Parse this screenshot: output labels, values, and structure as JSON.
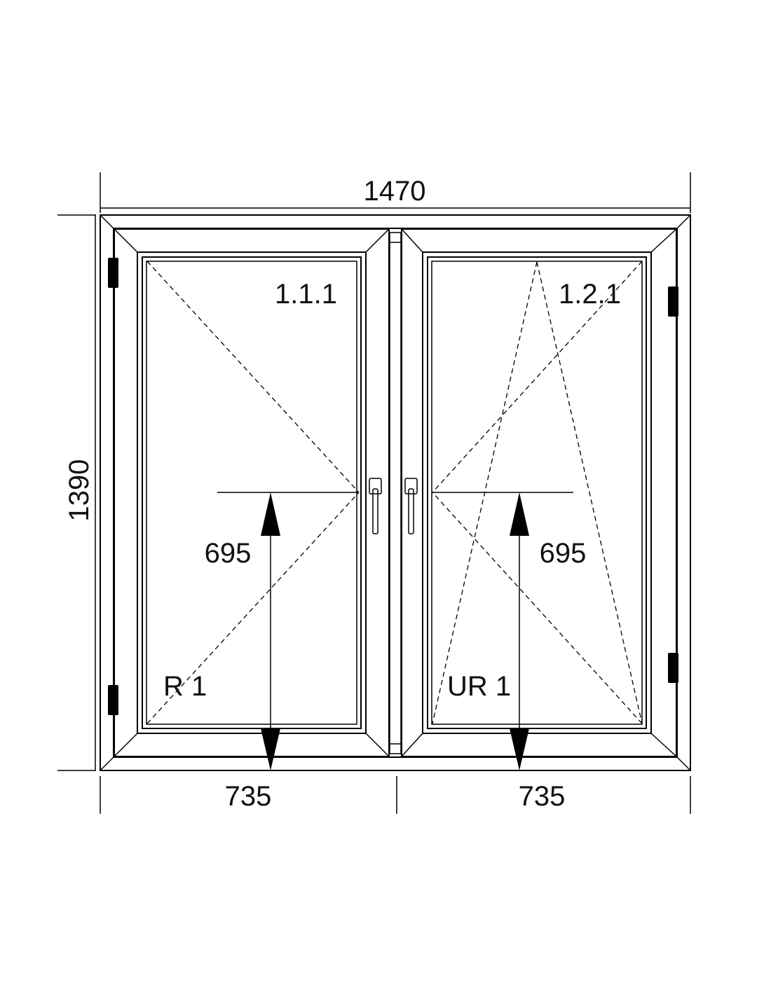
{
  "dimensions": {
    "overall_width": "1470",
    "overall_height": "1390",
    "left_sash_width": "735",
    "right_sash_width": "735",
    "left_handle_height": "695",
    "right_handle_height": "695"
  },
  "sashes": [
    {
      "position_code": "1.1.1",
      "opening_code": "R 1"
    },
    {
      "position_code": "1.2.1",
      "opening_code": "UR 1"
    }
  ],
  "colors": {
    "line": "#000000",
    "background": "#ffffff"
  }
}
